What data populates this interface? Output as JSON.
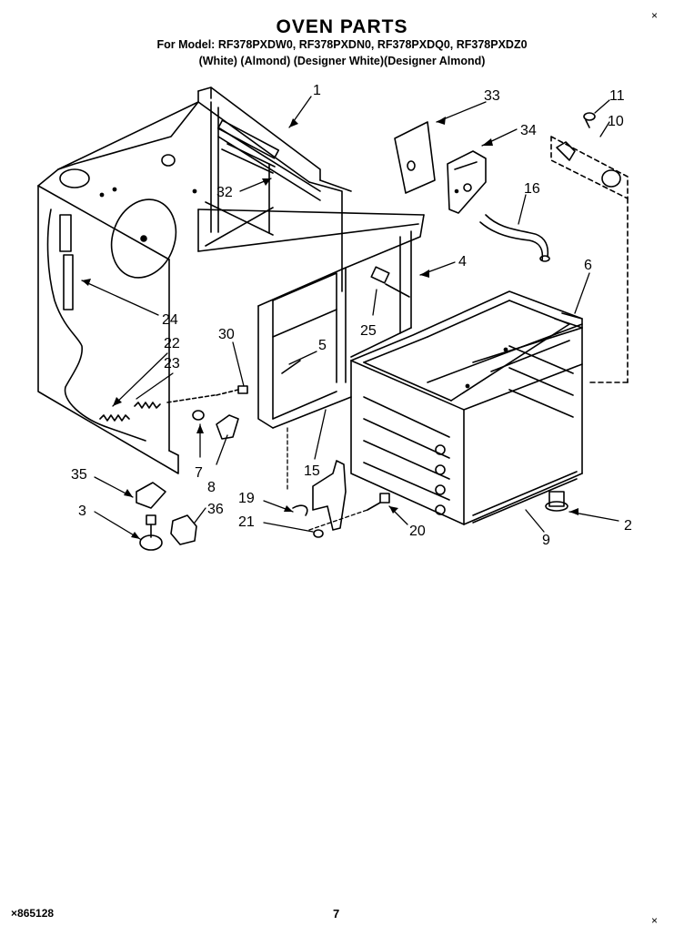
{
  "header": {
    "title": "OVEN PARTS",
    "models": "For Model: RF378PXDW0, RF378PXDN0, RF378PXDQ0, RF378PXDZ0",
    "colors": "(White)     (Almond) (Designer White)(Designer Almond)"
  },
  "callouts": [
    "1",
    "33",
    "11",
    "10",
    "34",
    "16",
    "32",
    "4",
    "6",
    "24",
    "25",
    "30",
    "5",
    "22",
    "23",
    "7",
    "8",
    "15",
    "35",
    "19",
    "36",
    "3",
    "21",
    "20",
    "9",
    "2"
  ],
  "footer": {
    "doc_number": "865128",
    "page": "7"
  }
}
